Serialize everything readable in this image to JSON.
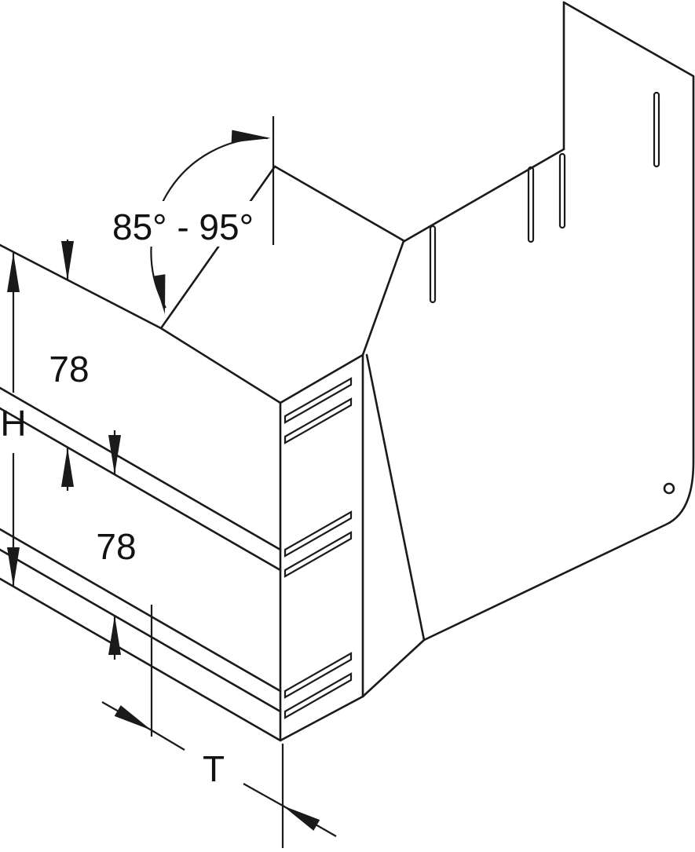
{
  "drawing": {
    "labels": {
      "angle_range": "85° - 95°",
      "height": "H",
      "spacing_upper": "78",
      "spacing_lower": "78",
      "depth": "T"
    },
    "colors": {
      "line": "#1a1a1a",
      "background": "#ffffff"
    }
  }
}
